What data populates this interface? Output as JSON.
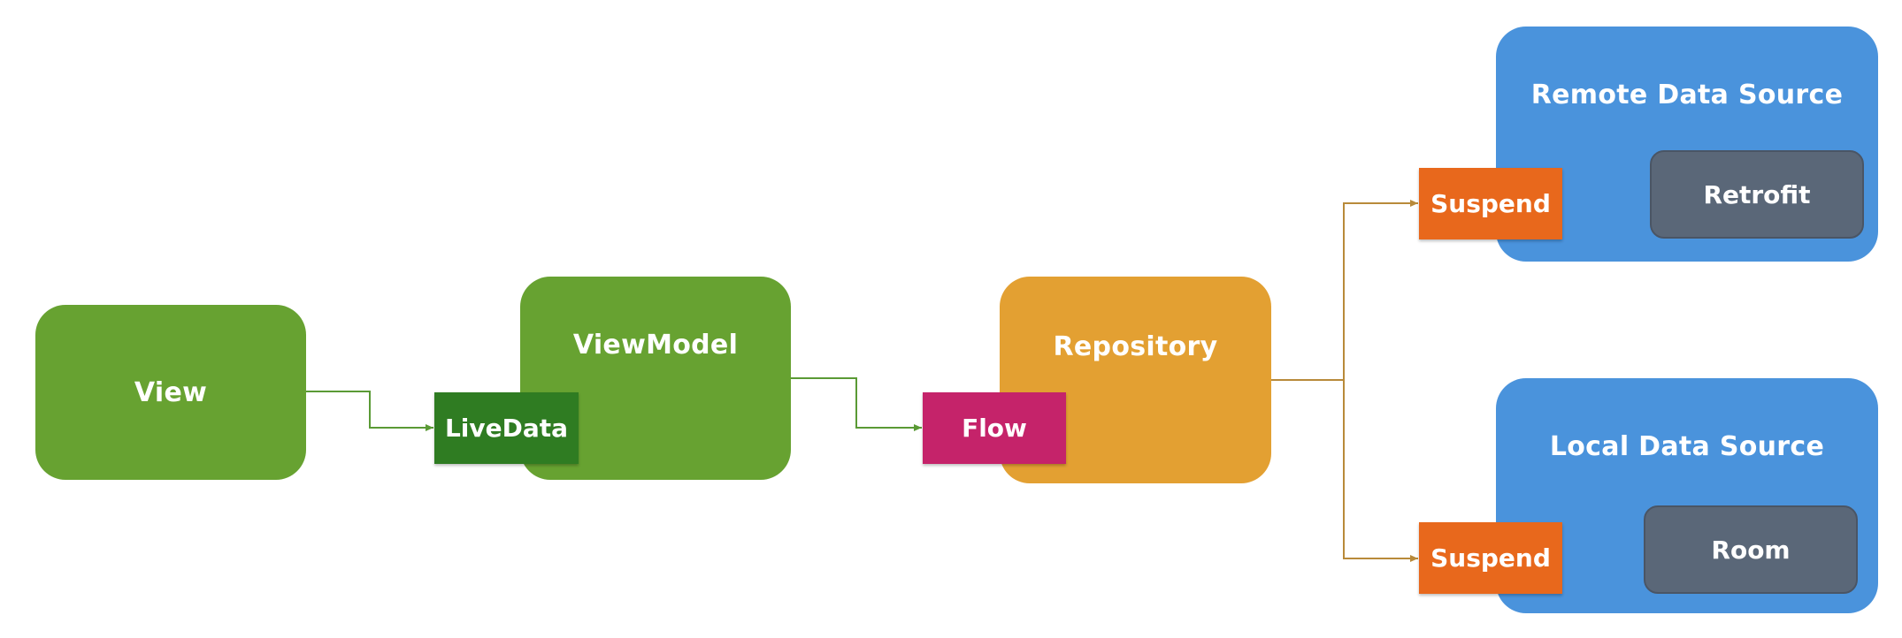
{
  "diagram": {
    "nodes": {
      "view": {
        "label": "View",
        "color": "#67a231"
      },
      "viewmodel": {
        "label": "ViewModel",
        "color": "#67a231"
      },
      "livedata": {
        "label": "LiveData",
        "color": "#2f7c22"
      },
      "repository": {
        "label": "Repository",
        "color": "#e3a032"
      },
      "flow": {
        "label": "Flow",
        "color": "#c5236a"
      },
      "remote": {
        "label": "Remote Data Source",
        "color": "#4a93dc"
      },
      "retrofit": {
        "label": "Retrofit",
        "color": "#5a6778"
      },
      "suspend_remote": {
        "label": "Suspend",
        "color": "#e8681c"
      },
      "local": {
        "label": "Local Data Source",
        "color": "#4a93dc"
      },
      "room": {
        "label": "Room",
        "color": "#5a6778"
      },
      "suspend_local": {
        "label": "Suspend",
        "color": "#e8681c"
      }
    },
    "edges": [
      {
        "from": "view",
        "to": "livedata"
      },
      {
        "from": "viewmodel",
        "to": "flow"
      },
      {
        "from": "repository",
        "to": "suspend_remote"
      },
      {
        "from": "repository",
        "to": "suspend_local"
      }
    ],
    "connector_colors": {
      "green": "#5a9a35",
      "amber": "#b88a3a"
    }
  }
}
